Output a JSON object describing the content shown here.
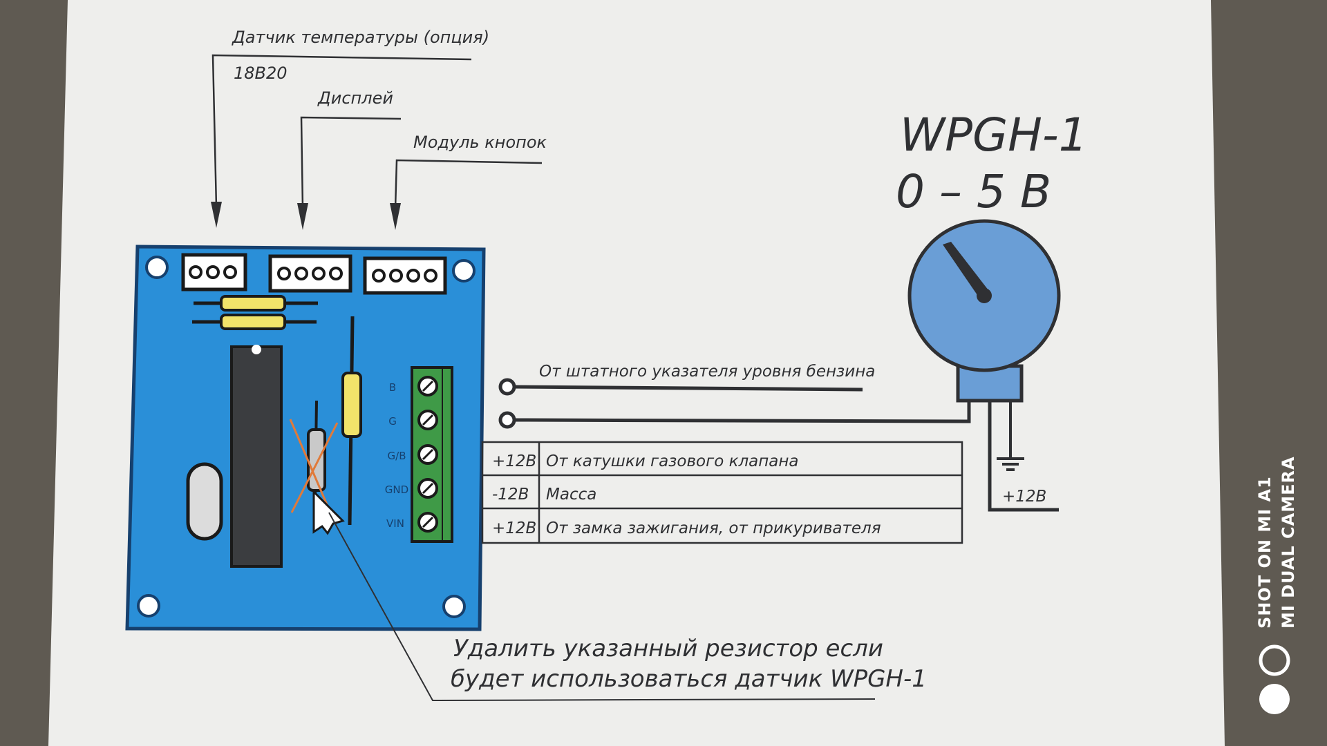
{
  "labels": {
    "temp_sensor": "Датчик температуры (опция)",
    "temp_sensor_model": "18B20",
    "display": "Дисплей",
    "buttons_module": "Модуль кнопок",
    "fuel_gauge_wire": "От штатного указателя уровня бензина",
    "gauge_title": "WPGH-1",
    "gauge_range": "0 – 5 В",
    "gauge_power": "+12В",
    "remove_note_line1": "Удалить указанный резистор если",
    "remove_note_line2": "будет использоваться датчик WPGH-1"
  },
  "terminals": [
    "B",
    "G",
    "G/B",
    "GND",
    "VIN"
  ],
  "connection_table": [
    {
      "voltage": "+12В",
      "description": "От катушки газового клапана"
    },
    {
      "voltage": "-12В",
      "description": "Масса"
    },
    {
      "voltage": "+12В",
      "description": "От замка зажигания, от прикуривателя"
    }
  ],
  "camera_watermark": {
    "line1": "SHOT ON MI A1",
    "line2": "MI DUAL CAMERA"
  },
  "colors": {
    "board": "#2a8fd8",
    "board_outline": "#16406e",
    "gauge": "#6a9ed6",
    "terminal_block": "#3f9a47",
    "resistor": "#f2e36a",
    "paper": "#eeeeec"
  }
}
